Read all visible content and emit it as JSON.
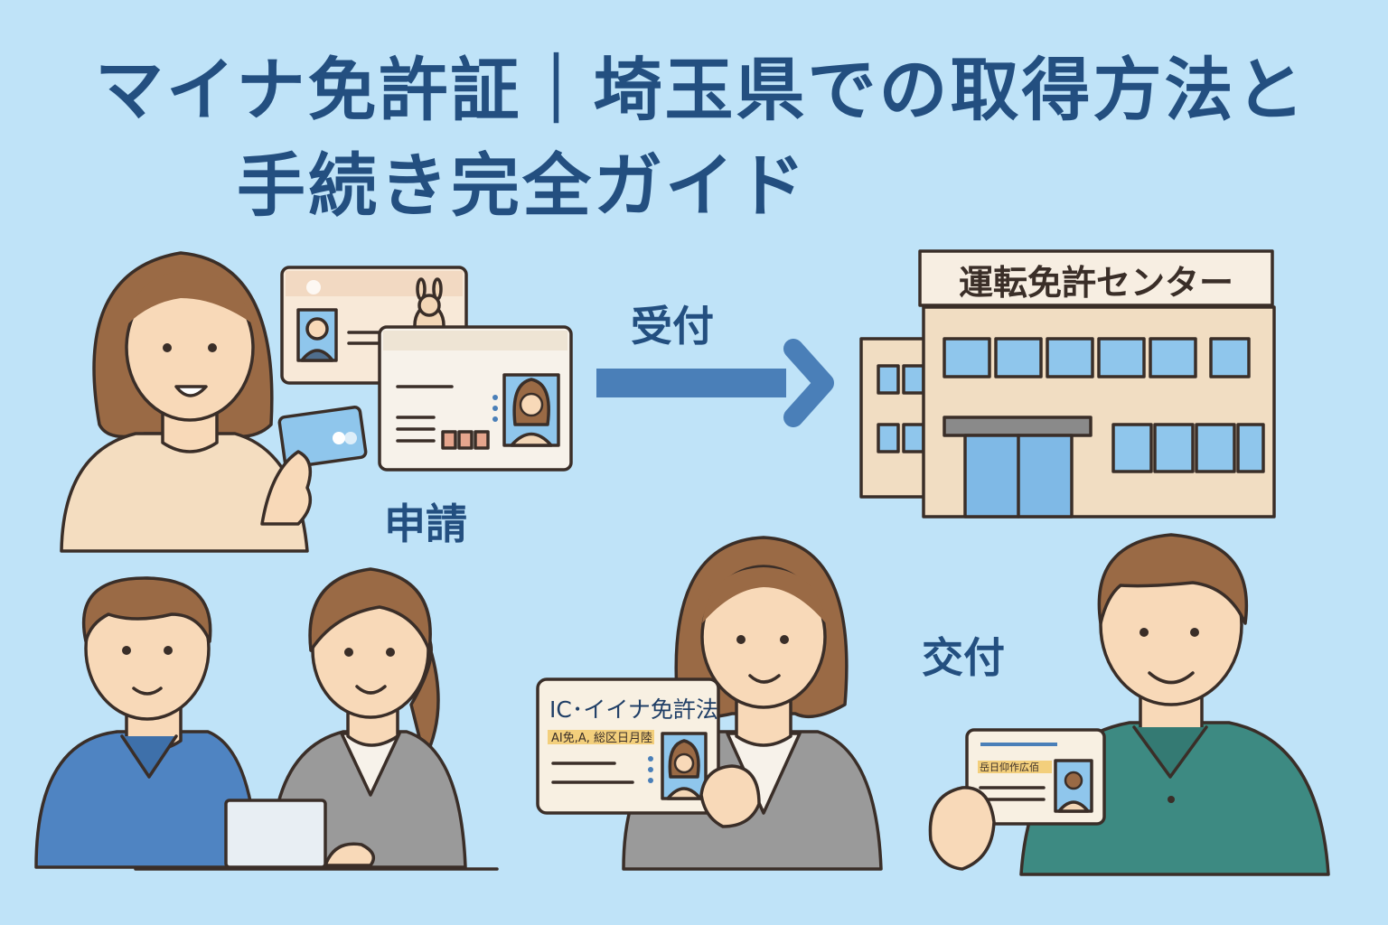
{
  "title": {
    "line1": "マイナ免許証｜埼玉県での取得方法と",
    "line2": "手続き完全ガイド"
  },
  "steps": {
    "reception": "受付",
    "application": "申請",
    "issuance": "交付"
  },
  "building": {
    "sign": "運転免許センター"
  },
  "cards": {
    "held_card_title": "IC･イイナ免許法",
    "held_card_line": "AI免,A, 総区日月陸",
    "small_card_line": "岳日仰作広佰"
  },
  "colors": {
    "background": "#bfe3f8",
    "title": "#234f80",
    "arrow": "#4a7fb8",
    "outline": "#3a2e28"
  }
}
